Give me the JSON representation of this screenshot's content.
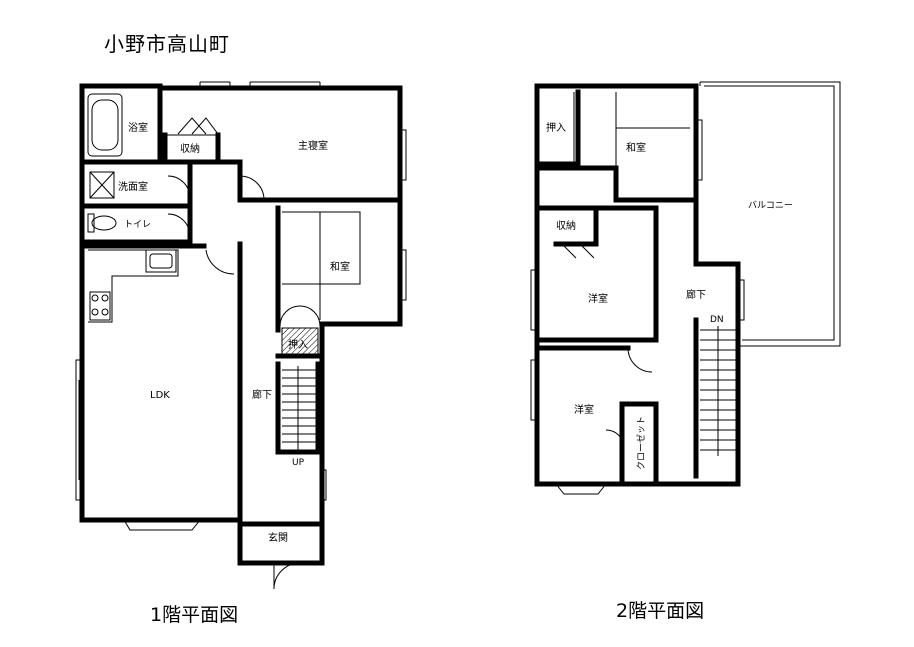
{
  "title": "小野市高山町",
  "floor1": {
    "caption": "1階平面図",
    "rooms": {
      "bath": "浴室",
      "storage": "収納",
      "master_bedroom": "主寝室",
      "washroom": "洗面室",
      "toilet": "トイレ",
      "japanese_room": "和室",
      "closet": "押入",
      "ldk": "LDK",
      "hallway": "廊下",
      "stairs_up": "UP",
      "entrance": "玄関"
    }
  },
  "floor2": {
    "caption": "2階平面図",
    "rooms": {
      "closet": "押入",
      "japanese_room": "和室",
      "balcony": "バルコニー",
      "storage": "収納",
      "western_room_1": "洋室",
      "hallway": "廊下",
      "stairs_down": "DN",
      "western_room_2": "洋室",
      "closet_2": "クローゼット"
    }
  },
  "icons": [
    "bathtub-icon",
    "shower-icon",
    "toilet-icon",
    "sink-icon",
    "stove-icon",
    "stairs-icon"
  ]
}
